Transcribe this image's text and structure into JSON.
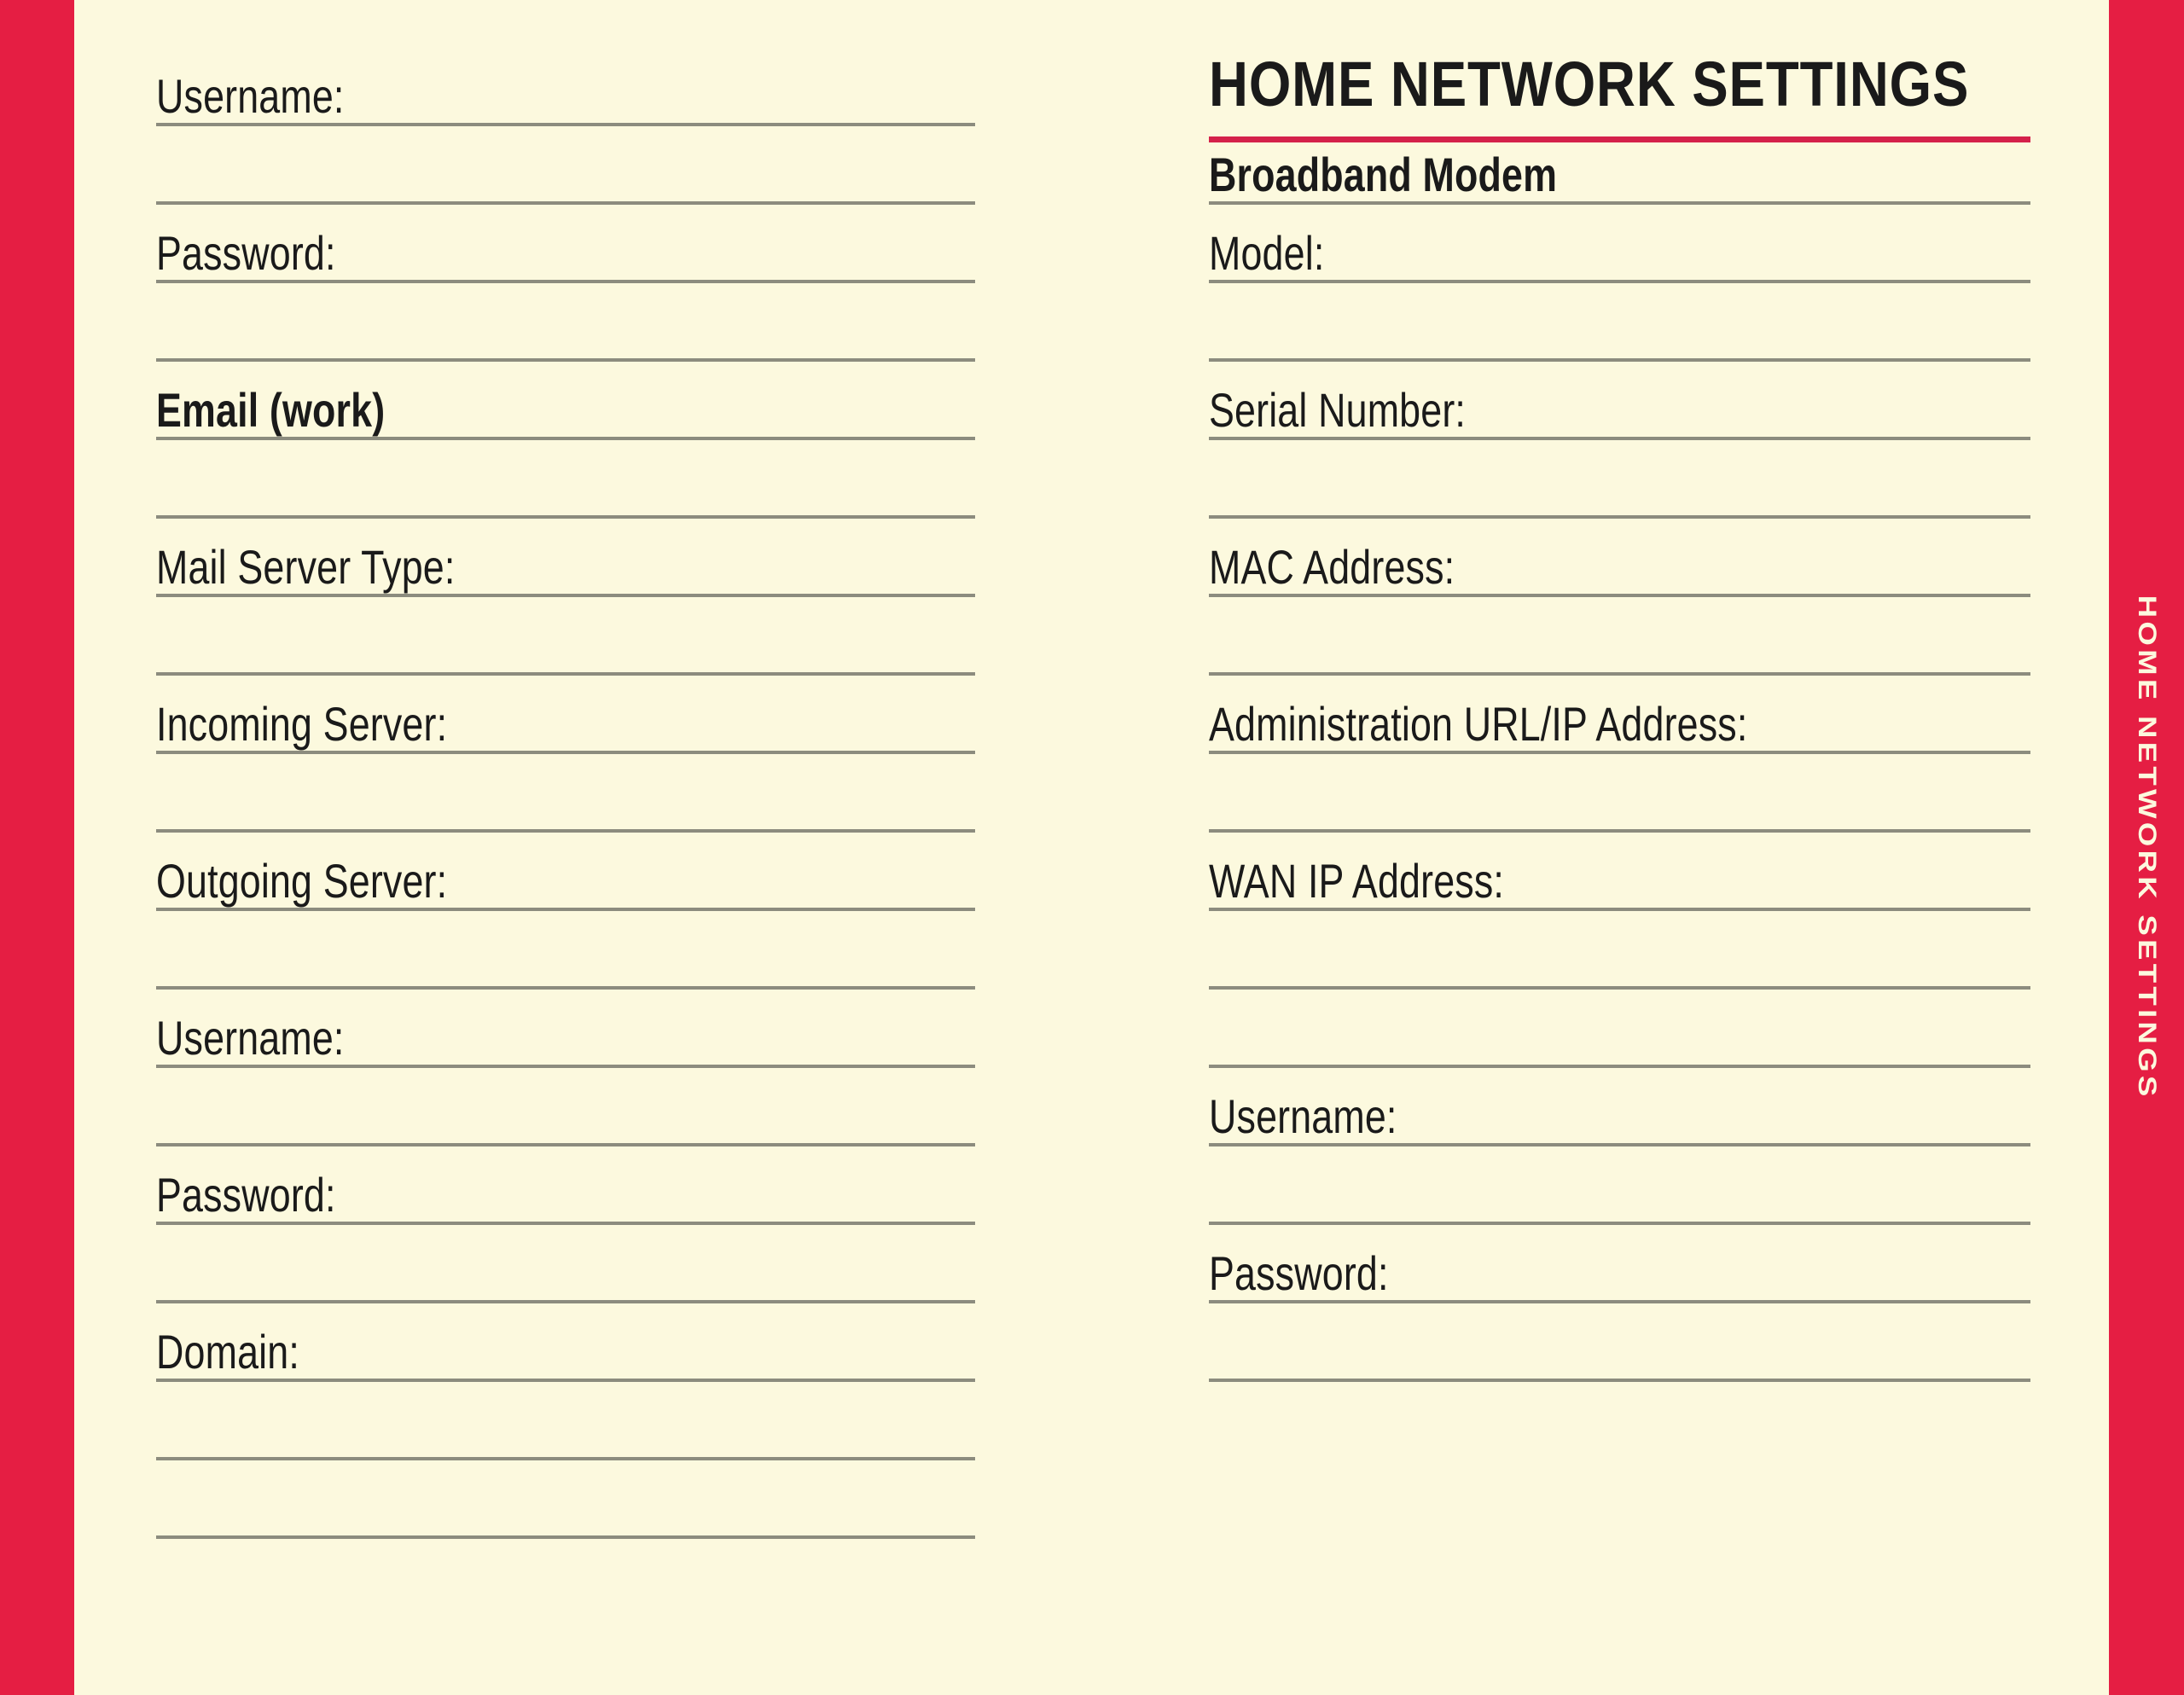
{
  "page": {
    "background_color": "#FCF9DE",
    "accent_color": "#E51E43",
    "rule_color": "#8C8C7E",
    "text_color": "#1A1A1A"
  },
  "edge_tab": {
    "label": "HOME NETWORK SETTINGS"
  },
  "left_column": {
    "rows": [
      {
        "label": "Username:",
        "bold": false
      },
      {
        "label": "",
        "bold": false
      },
      {
        "label": "Password:",
        "bold": false
      },
      {
        "label": "",
        "bold": false
      },
      {
        "label": "Email (work)",
        "bold": true
      },
      {
        "label": "",
        "bold": false
      },
      {
        "label": "Mail Server Type:",
        "bold": false
      },
      {
        "label": "",
        "bold": false
      },
      {
        "label": "Incoming Server:",
        "bold": false
      },
      {
        "label": "",
        "bold": false
      },
      {
        "label": "Outgoing Server:",
        "bold": false
      },
      {
        "label": "",
        "bold": false
      },
      {
        "label": "Username:",
        "bold": false
      },
      {
        "label": "",
        "bold": false
      },
      {
        "label": "Password:",
        "bold": false
      },
      {
        "label": "",
        "bold": false
      },
      {
        "label": "Domain:",
        "bold": false
      },
      {
        "label": "",
        "bold": false
      },
      {
        "label": "",
        "bold": false
      }
    ]
  },
  "right_column": {
    "title": "HOME NETWORK SETTINGS",
    "rows": [
      {
        "label": "Broadband Modem",
        "bold": true
      },
      {
        "label": "Model:",
        "bold": false
      },
      {
        "label": "",
        "bold": false
      },
      {
        "label": "Serial Number:",
        "bold": false
      },
      {
        "label": "",
        "bold": false
      },
      {
        "label": "MAC Address:",
        "bold": false
      },
      {
        "label": "",
        "bold": false
      },
      {
        "label": "Administration URL/IP Address:",
        "bold": false
      },
      {
        "label": "",
        "bold": false
      },
      {
        "label": "WAN IP Address:",
        "bold": false
      },
      {
        "label": "",
        "bold": false
      },
      {
        "label": "",
        "bold": false
      },
      {
        "label": "Username:",
        "bold": false
      },
      {
        "label": "",
        "bold": false
      },
      {
        "label": "Password:",
        "bold": false
      },
      {
        "label": "",
        "bold": false
      }
    ]
  }
}
